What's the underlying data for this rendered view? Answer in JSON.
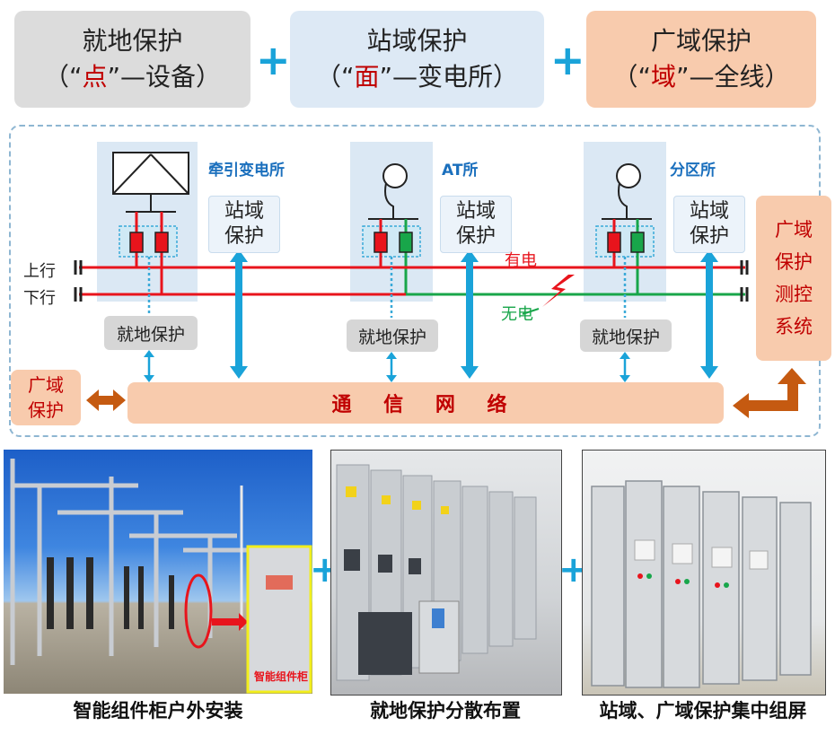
{
  "top": {
    "boxes": [
      {
        "line1": "就地保护",
        "open": "（“",
        "key": "点",
        "close": "”—设备）"
      },
      {
        "line1": "站域保护",
        "open": "（“",
        "key": "面",
        "close": "”—变电所）"
      },
      {
        "line1": "广域保护",
        "open": "（“",
        "key": "域",
        "close": "”—全线）"
      }
    ],
    "plus": "+"
  },
  "diagram": {
    "stations": [
      {
        "label": "牵引变电所",
        "station_protect": [
          "站域",
          "保护"
        ],
        "local_protect": "就地保护"
      },
      {
        "label": "AT所",
        "station_protect": [
          "站域",
          "保护"
        ],
        "local_protect": "就地保护"
      },
      {
        "label": "分区所",
        "station_protect": [
          "站域",
          "保护"
        ],
        "local_protect": "就地保护"
      }
    ],
    "lines": {
      "up": "上行",
      "down": "下行"
    },
    "status": {
      "live": "有电",
      "dead": "无电"
    },
    "wide_area_system": [
      "广域",
      "保护",
      "测控",
      "系统"
    ],
    "wide_area_protect": [
      "广域",
      "保护"
    ],
    "network": "通 信 网 络"
  },
  "photos": {
    "cabinet_label": "智能组件柜",
    "captions": [
      "智能组件柜户外安装",
      "就地保护分散布置",
      "站域、广域保护集中组屏"
    ]
  },
  "colors": {
    "red": "#e8141c",
    "green": "#18a64a",
    "blue": "#1aa3d9",
    "orange_fill": "#f8cbad",
    "orange_arrow": "#c55a11"
  }
}
